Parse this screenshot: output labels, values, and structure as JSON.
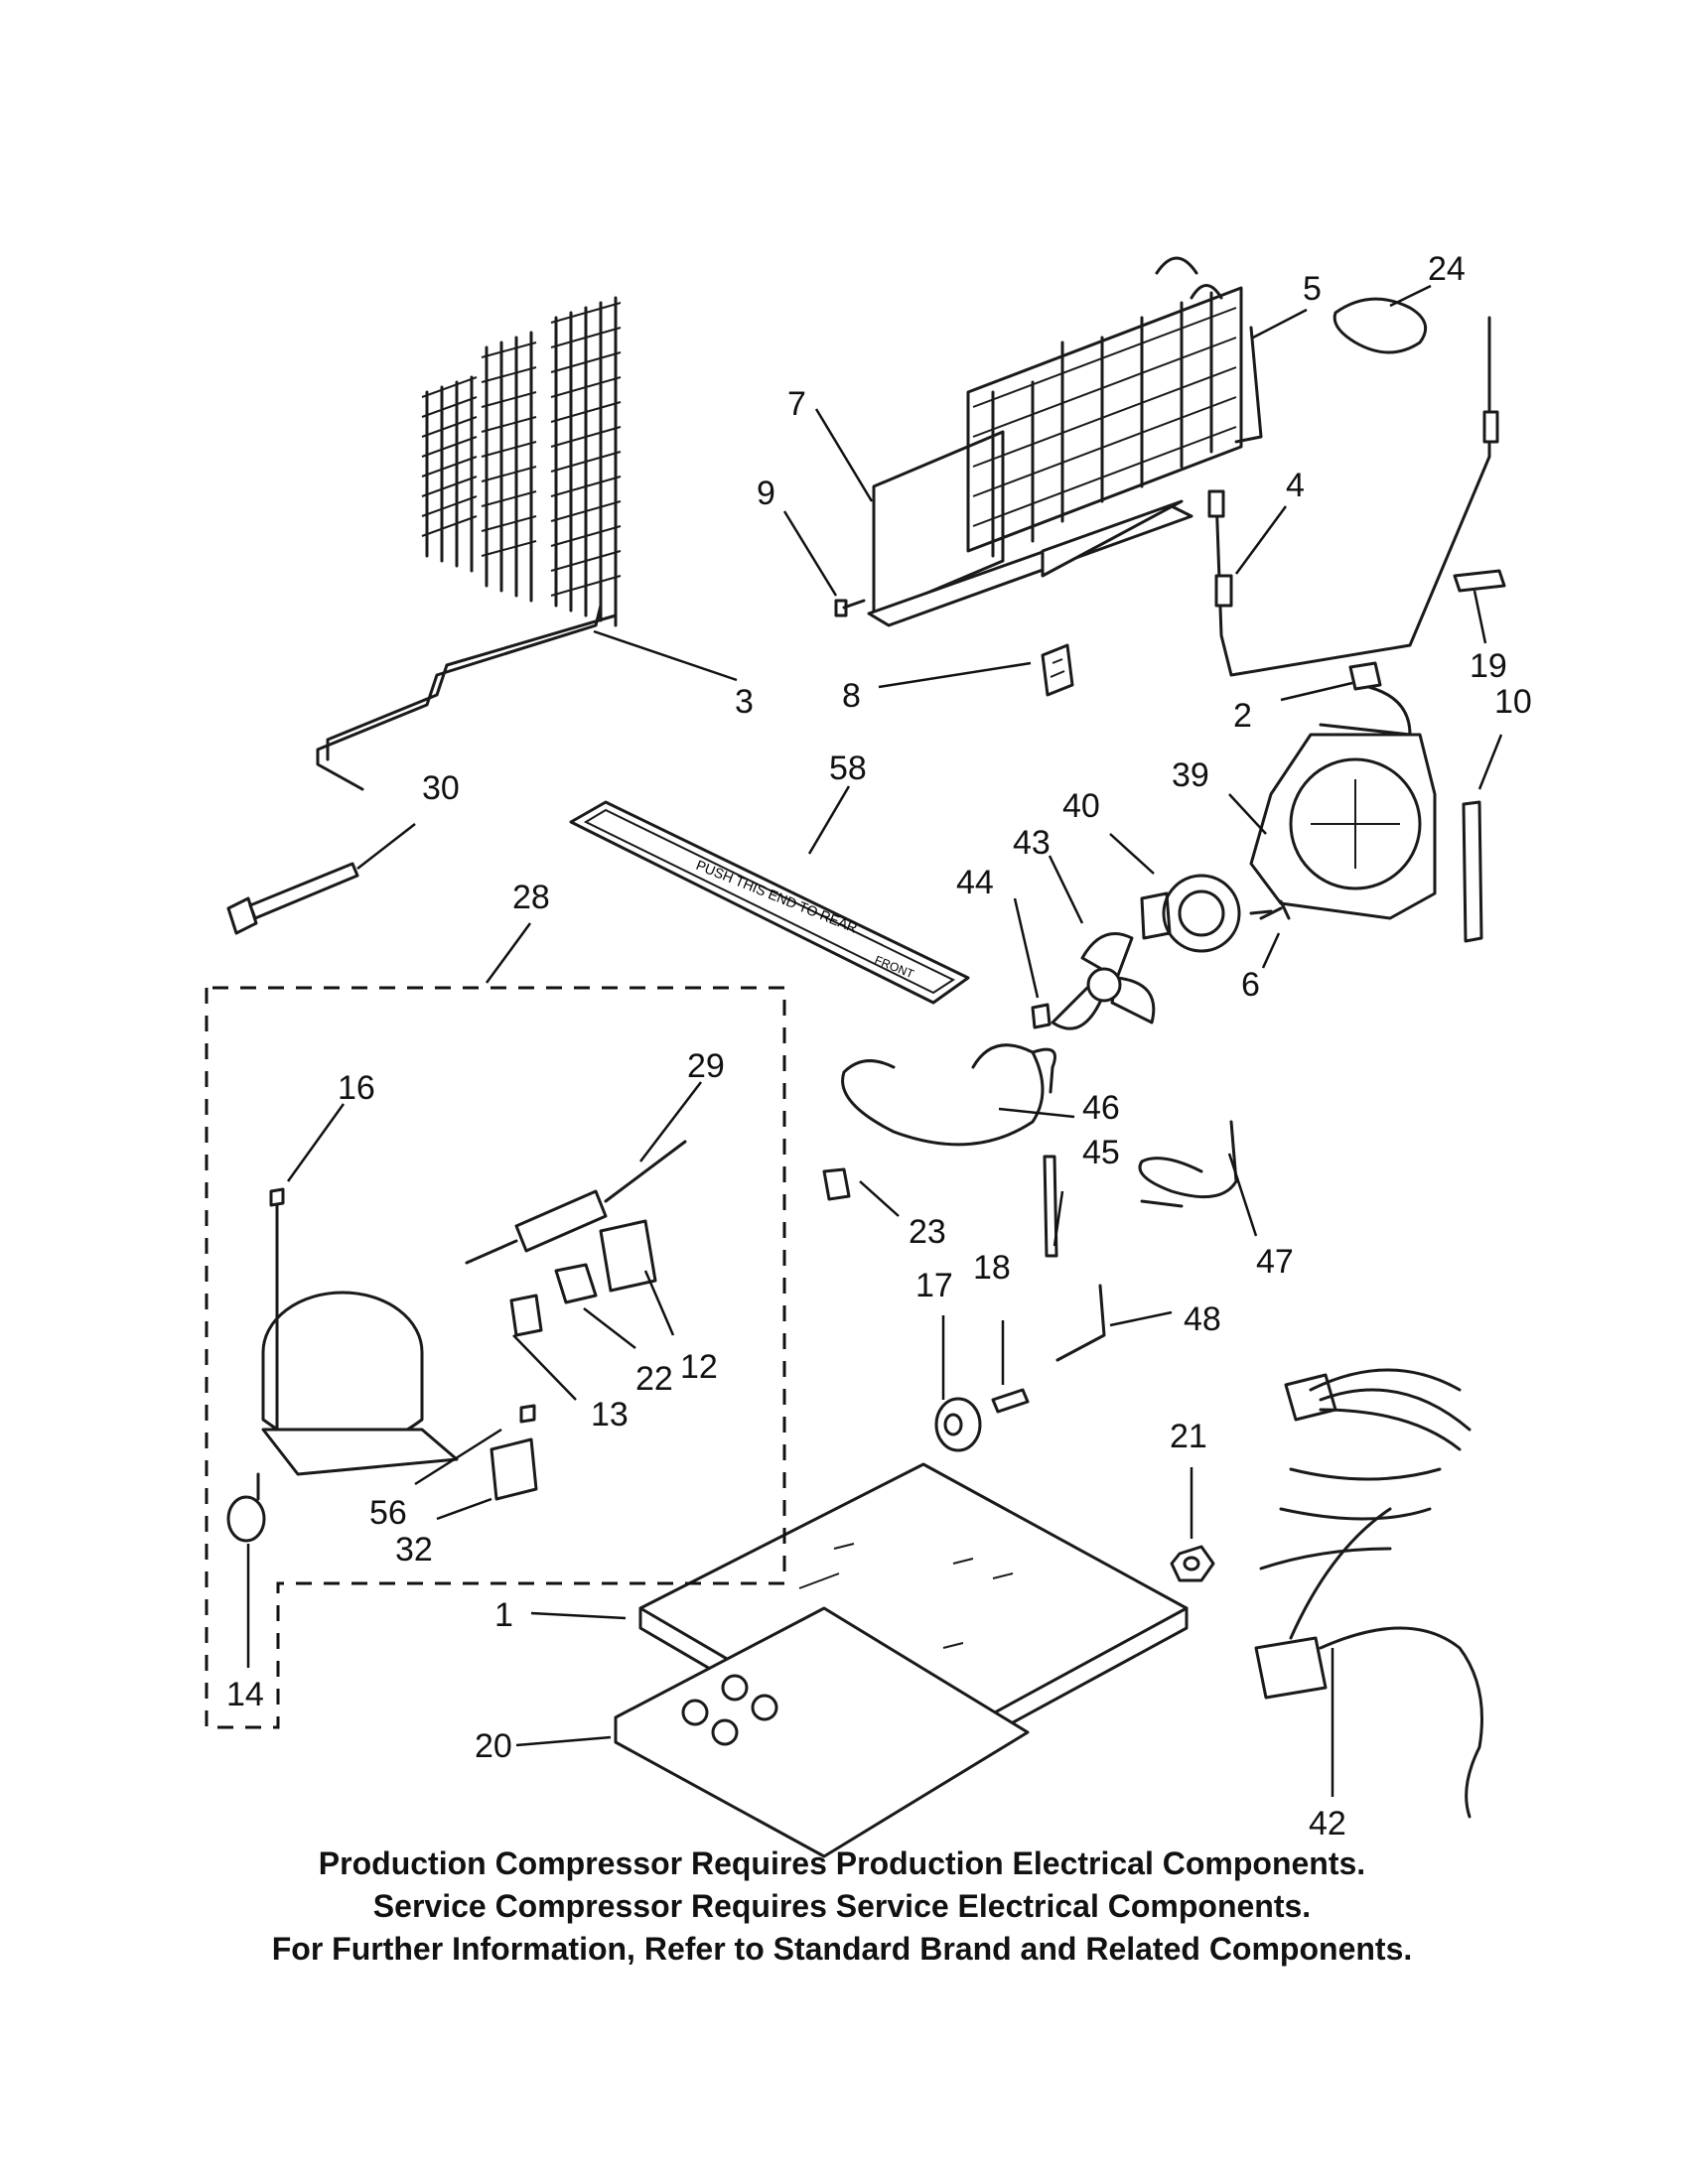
{
  "callouts": {
    "c1": "1",
    "c2": "2",
    "c3": "3",
    "c4": "4",
    "c5": "5",
    "c6": "6",
    "c7": "7",
    "c8": "8",
    "c9": "9",
    "c10": "10",
    "c12": "12",
    "c13": "13",
    "c14": "14",
    "c16": "16",
    "c17": "17",
    "c18": "18",
    "c19": "19",
    "c20": "20",
    "c21": "21",
    "c22": "22",
    "c23": "23",
    "c24": "24",
    "c28": "28",
    "c29": "29",
    "c30": "30",
    "c32": "32",
    "c39": "39",
    "c40": "40",
    "c42": "42",
    "c43": "43",
    "c44": "44",
    "c45": "45",
    "c46": "46",
    "c47": "47",
    "c48": "48",
    "c56": "56",
    "c58": "58"
  },
  "tray_label": "PUSH THIS END TO REAR",
  "tray_front_label": "FRONT",
  "notes": [
    "Production Compressor Requires Production Electrical Components.",
    "Service Compressor Requires Service Electrical Components.",
    "For Further Information, Refer to Standard Brand and Related Components."
  ]
}
